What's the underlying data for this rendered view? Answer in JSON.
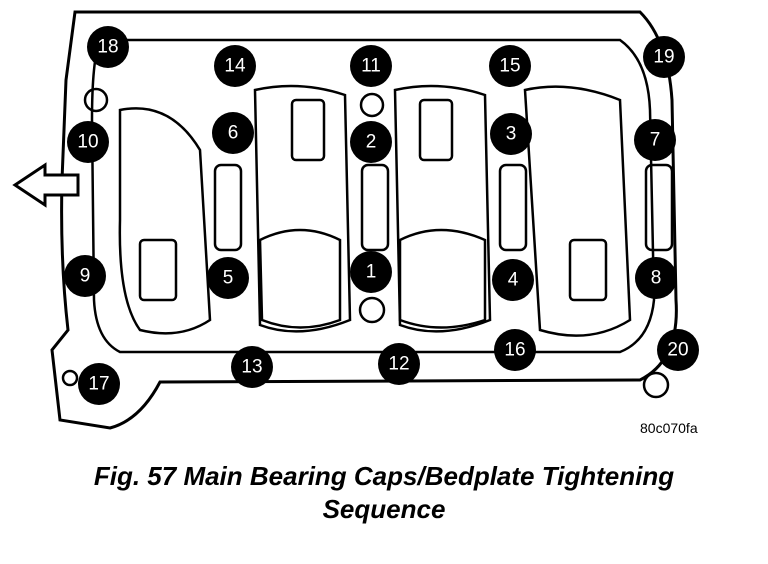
{
  "figure": {
    "reference_code": "80c070fa",
    "caption_line1": "Fig. 57 Main Bearing Caps/Bedplate Tightening",
    "caption_line2": "Sequence"
  },
  "bolt_sequence": [
    "1",
    "2",
    "3",
    "4",
    "5",
    "6",
    "7",
    "8",
    "9",
    "10",
    "11",
    "12",
    "13",
    "14",
    "15",
    "16",
    "17",
    "18",
    "19",
    "20"
  ],
  "colors": {
    "ink": "#000000",
    "paper": "#ffffff"
  }
}
